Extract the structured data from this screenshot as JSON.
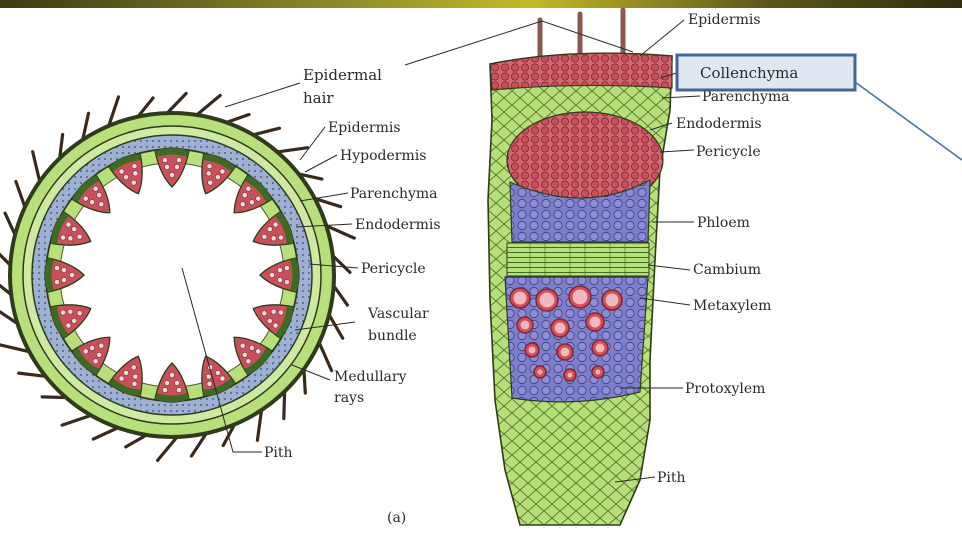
{
  "left_figure": {
    "labels": {
      "epidermal_hair": [
        "Epidermal",
        "hair"
      ],
      "epidermis": "Epidermis",
      "hypodermis": "Hypodermis",
      "parenchyma": "Parenchyma",
      "endodermis": "Endodermis",
      "pericycle": "Pericycle",
      "vascular_bundle": [
        "Vascular",
        "bundle"
      ],
      "medullary_rays": [
        "Medullary",
        "rays"
      ],
      "pith": "Pith"
    },
    "caption": "(a)"
  },
  "right_figure": {
    "labels": {
      "epidermis": "Epidermis",
      "collenchyma": "Collenchyma",
      "parenchyma": "Parenchyma",
      "endodermis": "Endodermis",
      "pericycle": "Pericycle",
      "phloem": "Phloem",
      "cambium": "Cambium",
      "metaxylem": "Metaxylem",
      "protoxylem": "Protoxylem",
      "pith": "Pith"
    },
    "highlight_label": "collenchyma"
  },
  "colors": {
    "cell_green": "#b7e07a",
    "cell_red": "#c9505a",
    "cell_blue": "#7e7fcc",
    "outline_dark": "#2f3b1c",
    "highlight_box": "#41669a",
    "highlight_fill": "#dfe7f3",
    "arrow": "#4a72b0",
    "banner_dark": "#3c3a12",
    "banner_yellow": "#c5b92a"
  }
}
